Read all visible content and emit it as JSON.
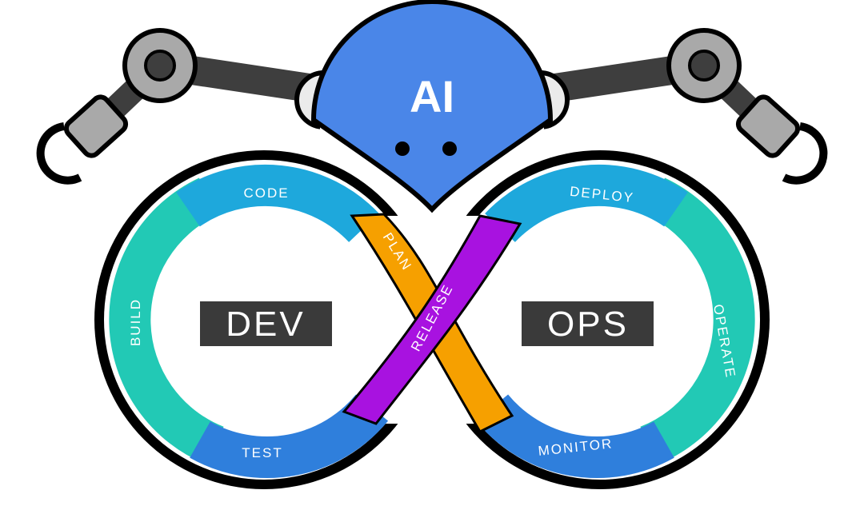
{
  "robot": {
    "head_label": "AI"
  },
  "loop_left": {
    "box_label": "DEV",
    "segments": [
      "CODE",
      "BUILD",
      "TEST"
    ]
  },
  "loop_right": {
    "box_label": "OPS",
    "segments": [
      "DEPLOY",
      "OPERATE",
      "MONITOR"
    ]
  },
  "crossing": {
    "plan": "PLAN",
    "release": "RELEASE"
  },
  "colors": {
    "head_blue": "#4a86e8",
    "code_blue": "#1ea8dc",
    "build_teal": "#22c9b5",
    "test_blue": "#2f7fdc",
    "plan_orange": "#f6a000",
    "release_purple": "#a812e0",
    "box_dark": "#3a3a3a",
    "arm_dark": "#3e3e3e",
    "joint_gray": "#a9a9a9"
  }
}
